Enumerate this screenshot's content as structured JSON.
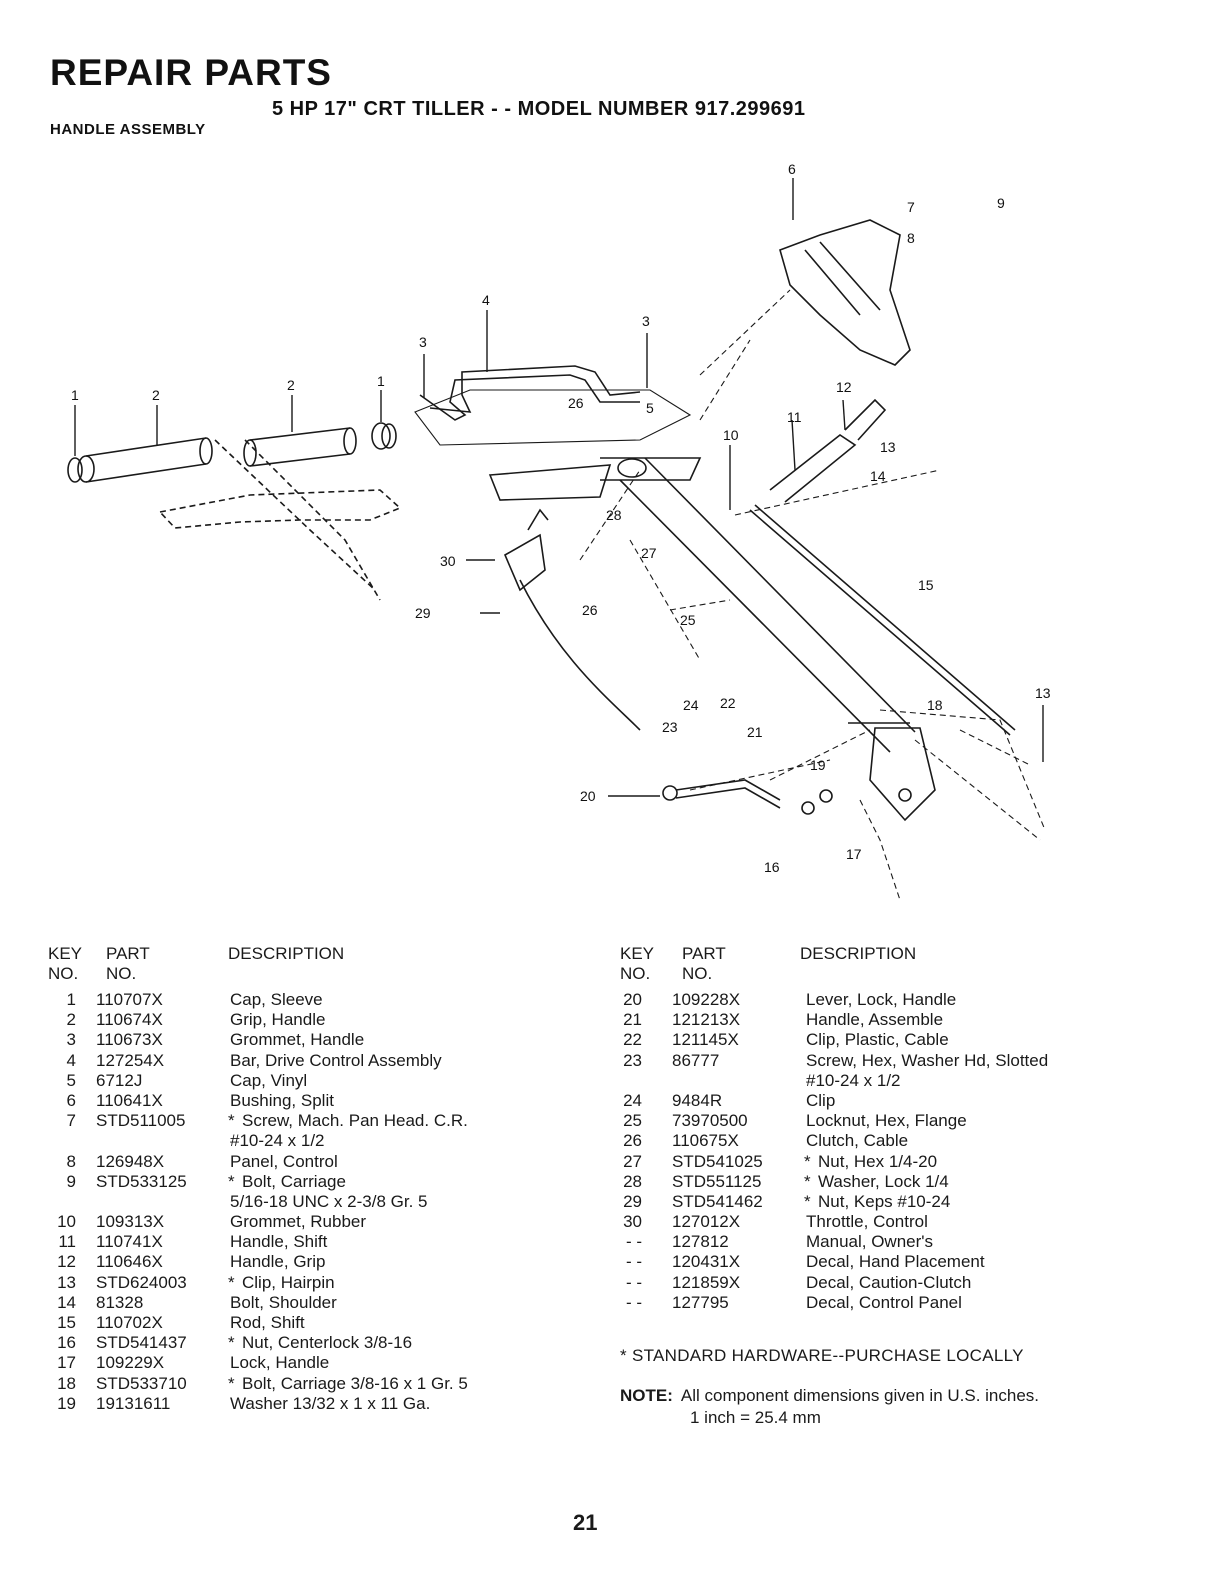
{
  "header": {
    "title": "REPAIR PARTS",
    "subtitle": "5 HP 17\" CRT TILLER - - MODEL NUMBER 917.299691",
    "section": "HANDLE ASSEMBLY"
  },
  "diagram": {
    "callouts": [
      "1",
      "2",
      "2",
      "1",
      "3",
      "4",
      "3",
      "26",
      "5",
      "6",
      "7",
      "8",
      "9",
      "10",
      "11",
      "12",
      "13",
      "14",
      "15",
      "28",
      "30",
      "27",
      "29",
      "26",
      "25",
      "22",
      "24",
      "23",
      "21",
      "18",
      "13",
      "19",
      "20",
      "16",
      "17"
    ]
  },
  "table_headers": {
    "key": "KEY",
    "key_sub": "NO.",
    "part": "PART",
    "part_sub": "NO.",
    "description": "DESCRIPTION"
  },
  "left_rows": [
    {
      "key": "1",
      "part": "110707X",
      "std": "",
      "desc": "Cap, Sleeve"
    },
    {
      "key": "2",
      "part": "110674X",
      "std": "",
      "desc": "Grip, Handle"
    },
    {
      "key": "3",
      "part": "110673X",
      "std": "",
      "desc": "Grommet, Handle"
    },
    {
      "key": "4",
      "part": "127254X",
      "std": "",
      "desc": "Bar, Drive Control Assembly"
    },
    {
      "key": "5",
      "part": "6712J",
      "std": "",
      "desc": "Cap, Vinyl"
    },
    {
      "key": "6",
      "part": "110641X",
      "std": "",
      "desc": "Bushing, Split"
    },
    {
      "key": "7",
      "part": "STD511005",
      "std": "*",
      "desc": "Screw, Mach. Pan Head. C.R."
    },
    {
      "key": "",
      "part": "",
      "std": "",
      "desc": "#10-24 x 1/2"
    },
    {
      "key": "8",
      "part": "126948X",
      "std": "",
      "desc": "Panel, Control"
    },
    {
      "key": "9",
      "part": "STD533125",
      "std": "*",
      "desc": "Bolt, Carriage"
    },
    {
      "key": "",
      "part": "",
      "std": "",
      "desc": "5/16-18 UNC x 2-3/8 Gr. 5"
    },
    {
      "key": "10",
      "part": "109313X",
      "std": "",
      "desc": "Grommet, Rubber"
    },
    {
      "key": "11",
      "part": "110741X",
      "std": "",
      "desc": "Handle, Shift"
    },
    {
      "key": "12",
      "part": "110646X",
      "std": "",
      "desc": "Handle, Grip"
    },
    {
      "key": "13",
      "part": "STD624003",
      "std": "*",
      "desc": "Clip, Hairpin"
    },
    {
      "key": "14",
      "part": "81328",
      "std": "",
      "desc": "Bolt, Shoulder"
    },
    {
      "key": "15",
      "part": "110702X",
      "std": "",
      "desc": "Rod, Shift"
    },
    {
      "key": "16",
      "part": "STD541437",
      "std": "*",
      "desc": "Nut, Centerlock  3/8-16"
    },
    {
      "key": "17",
      "part": "109229X",
      "std": "",
      "desc": "Lock, Handle"
    },
    {
      "key": "18",
      "part": "STD533710",
      "std": "*",
      "desc": "Bolt, Carriage  3/8-16 x 1 Gr. 5"
    },
    {
      "key": "19",
      "part": "19131611",
      "std": "",
      "desc": "Washer  13/32 x 1 x 11 Ga."
    }
  ],
  "right_rows": [
    {
      "key": "20",
      "part": "109228X",
      "std": "",
      "desc": "Lever, Lock, Handle"
    },
    {
      "key": "21",
      "part": "121213X",
      "std": "",
      "desc": "Handle, Assemble"
    },
    {
      "key": "22",
      "part": "121145X",
      "std": "",
      "desc": "Clip, Plastic, Cable"
    },
    {
      "key": "23",
      "part": "86777",
      "std": "",
      "desc": "Screw, Hex, Washer Hd, Slotted"
    },
    {
      "key": "",
      "part": "",
      "std": "",
      "desc": "#10-24 x 1/2"
    },
    {
      "key": "24",
      "part": "9484R",
      "std": "",
      "desc": "Clip"
    },
    {
      "key": "25",
      "part": "73970500",
      "std": "",
      "desc": "Locknut, Hex, Flange"
    },
    {
      "key": "26",
      "part": "110675X",
      "std": "",
      "desc": "Clutch, Cable"
    },
    {
      "key": "27",
      "part": "STD541025",
      "std": "*",
      "desc": "Nut, Hex  1/4-20"
    },
    {
      "key": "28",
      "part": "STD551125",
      "std": "*",
      "desc": "Washer, Lock  1/4"
    },
    {
      "key": "29",
      "part": "STD541462",
      "std": "*",
      "desc": "Nut, Keps   #10-24"
    },
    {
      "key": "30",
      "part": "127012X",
      "std": "",
      "desc": "Throttle, Control"
    },
    {
      "key": "- -",
      "part": "127812",
      "std": "",
      "desc": "Manual, Owner's"
    },
    {
      "key": "- -",
      "part": "120431X",
      "std": "",
      "desc": "Decal, Hand Placement"
    },
    {
      "key": "- -",
      "part": "121859X",
      "std": "",
      "desc": "Decal, Caution-Clutch"
    },
    {
      "key": "- -",
      "part": "127795",
      "std": "",
      "desc": "Decal, Control Panel"
    }
  ],
  "footer": {
    "standard_note": "* STANDARD HARDWARE--PURCHASE LOCALLY",
    "note_label": "NOTE:",
    "note_text": "All component dimensions given in U.S. inches.",
    "note_conversion": "1 inch = 25.4 mm",
    "page_number": "21"
  }
}
